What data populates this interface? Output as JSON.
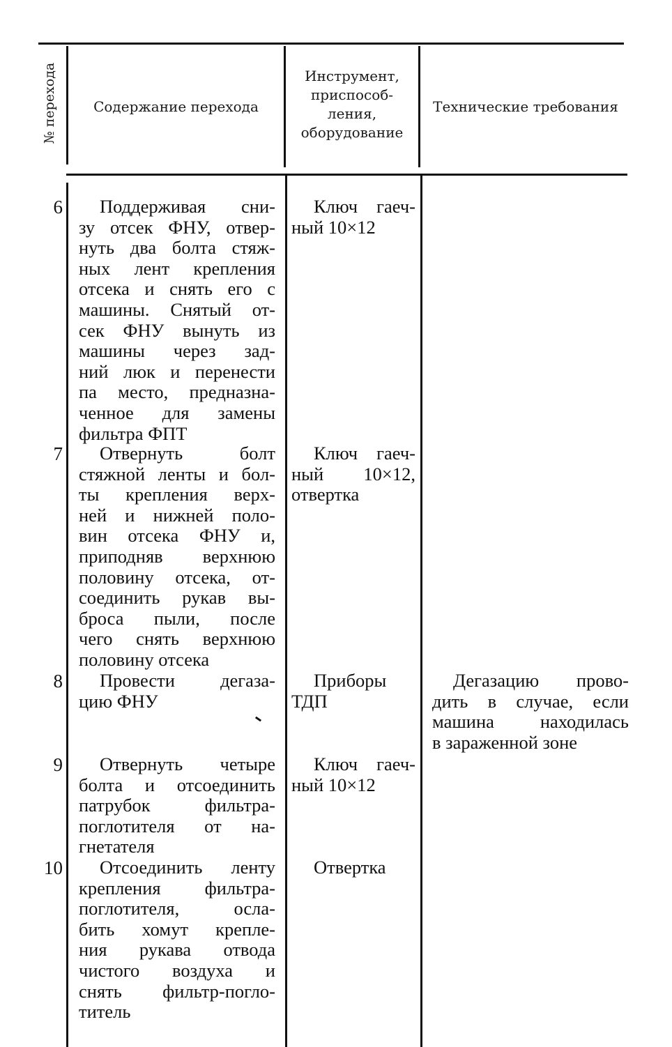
{
  "table": {
    "headers": {
      "num": "№ перехода",
      "content": "Содержание перехода",
      "tool": "Инструмент,\nприспособ-\nления,\nоборудование",
      "requirements": "Технические требования"
    },
    "rows": [
      {
        "num": "6",
        "content": [
          "Поддерживая сни-",
          "зу отсек ФНУ, отвер-",
          "нуть два болта стяж-",
          "ных лент крепления",
          "отсека и снять его с",
          "машины. Снятый от-",
          "сек ФНУ вынуть из",
          "машины через зад-",
          "ний люк и перенести",
          "па место, предназна-",
          "ченное для замены",
          "фильтра ФПТ"
        ],
        "tool": [
          "Ключ гаеч-",
          "ный 10×12"
        ],
        "requirements": []
      },
      {
        "num": "7",
        "content": [
          "Отвернуть болт",
          "стяжной ленты и бол-",
          "ты крепления верх-",
          "ней и нижней поло-",
          "вин отсека ФНУ и,",
          "приподняв верхнюю",
          "половину отсека, от-",
          "соединить рукав вы-",
          "броса пыли, после",
          "чего снять верхнюю",
          "половину отсека"
        ],
        "tool": [
          "Ключ гаеч-",
          "ный 10×12,",
          "отвертка"
        ],
        "requirements": []
      },
      {
        "num": "8",
        "content": [
          "Провести дегаза-",
          "цию ФНУ"
        ],
        "tool": [
          "Приборы",
          "ТДП"
        ],
        "requirements": [
          "Дегазацию прово-",
          "дить в случае, если",
          "машина находилась",
          "в зараженной зоне"
        ]
      },
      {
        "num": "9",
        "content": [
          "Отвернуть четыре",
          "болта и отсоединить",
          "патрубок фильтра-",
          "поглотителя от на-",
          "гнетателя"
        ],
        "tool": [
          "Ключ гаеч-",
          "ный 10×12"
        ],
        "requirements": []
      },
      {
        "num": "10",
        "content": [
          "Отсоединить ленту",
          "крепления фильтра-",
          "поглотителя, осла-",
          "бить хомут крепле-",
          "ния рукава отвода",
          "чистого воздуха и",
          "снять фильтр-погло-",
          "титель"
        ],
        "tool": [
          "Отвертка"
        ],
        "requirements": []
      }
    ]
  }
}
